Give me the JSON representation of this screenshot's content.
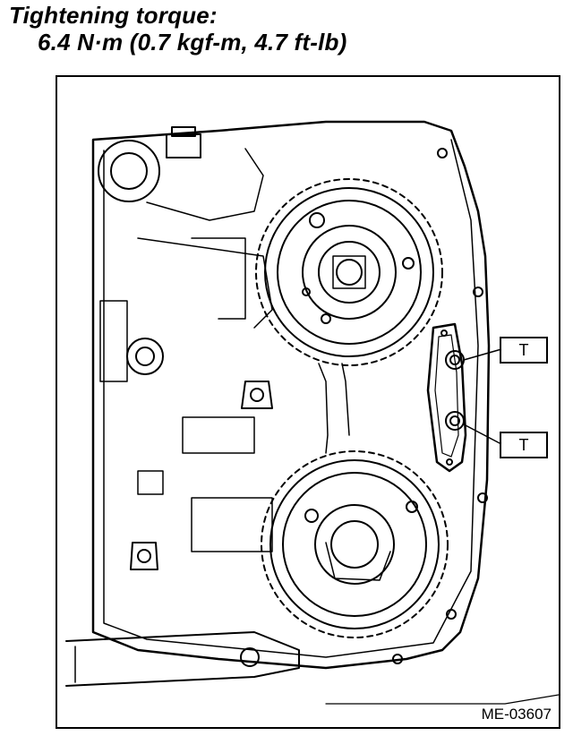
{
  "heading": {
    "line1": "Tightening torque:",
    "line2": "6.4 N·m (0.7 kgf-m, 4.7 ft-lb)"
  },
  "callouts": [
    {
      "label": "T"
    },
    {
      "label": "T"
    }
  ],
  "figure_code": "ME-03607"
}
